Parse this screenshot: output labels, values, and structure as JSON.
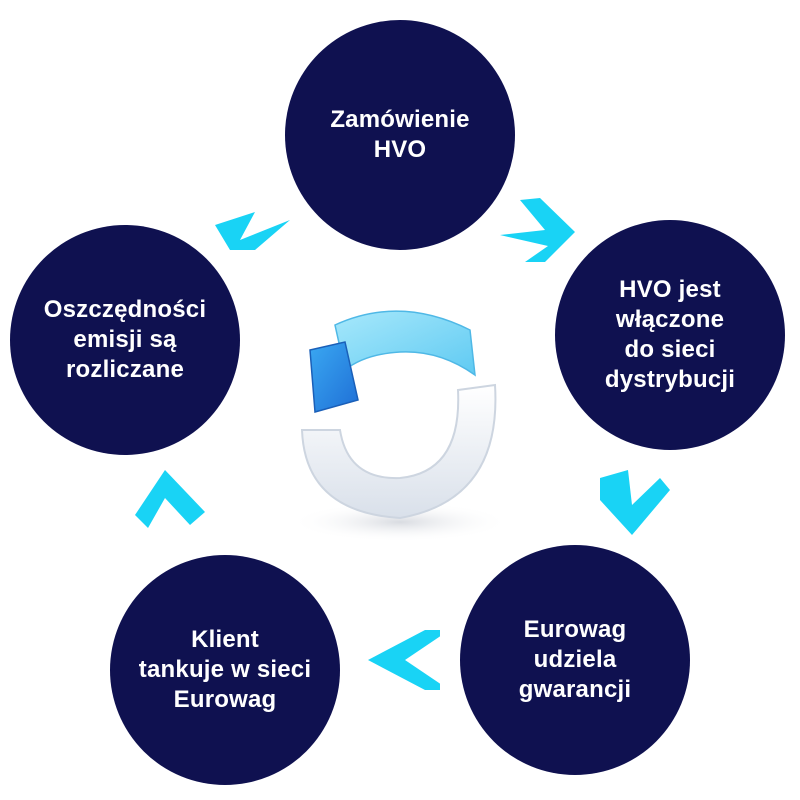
{
  "diagram": {
    "nodes": [
      {
        "id": "order",
        "label": "Zamówienie\nHVO"
      },
      {
        "id": "network",
        "label": "HVO jest\nwłączone\ndo sieci\ndystrybucji"
      },
      {
        "id": "guarantee",
        "label": "Eurowag\nudziela\ngwarancji"
      },
      {
        "id": "client",
        "label": "Klient\ntankuje w sieci\nEurowag"
      },
      {
        "id": "savings",
        "label": "Oszczędności\nemisji są\nrozliczane"
      }
    ],
    "colors": {
      "node_fill": "#0f1150",
      "node_text": "#ffffff",
      "arrow": "#19d3f5",
      "center_light_blue": "#7dd9f7",
      "center_blue": "#2a8ee8",
      "center_white": "#eef2f7"
    }
  }
}
